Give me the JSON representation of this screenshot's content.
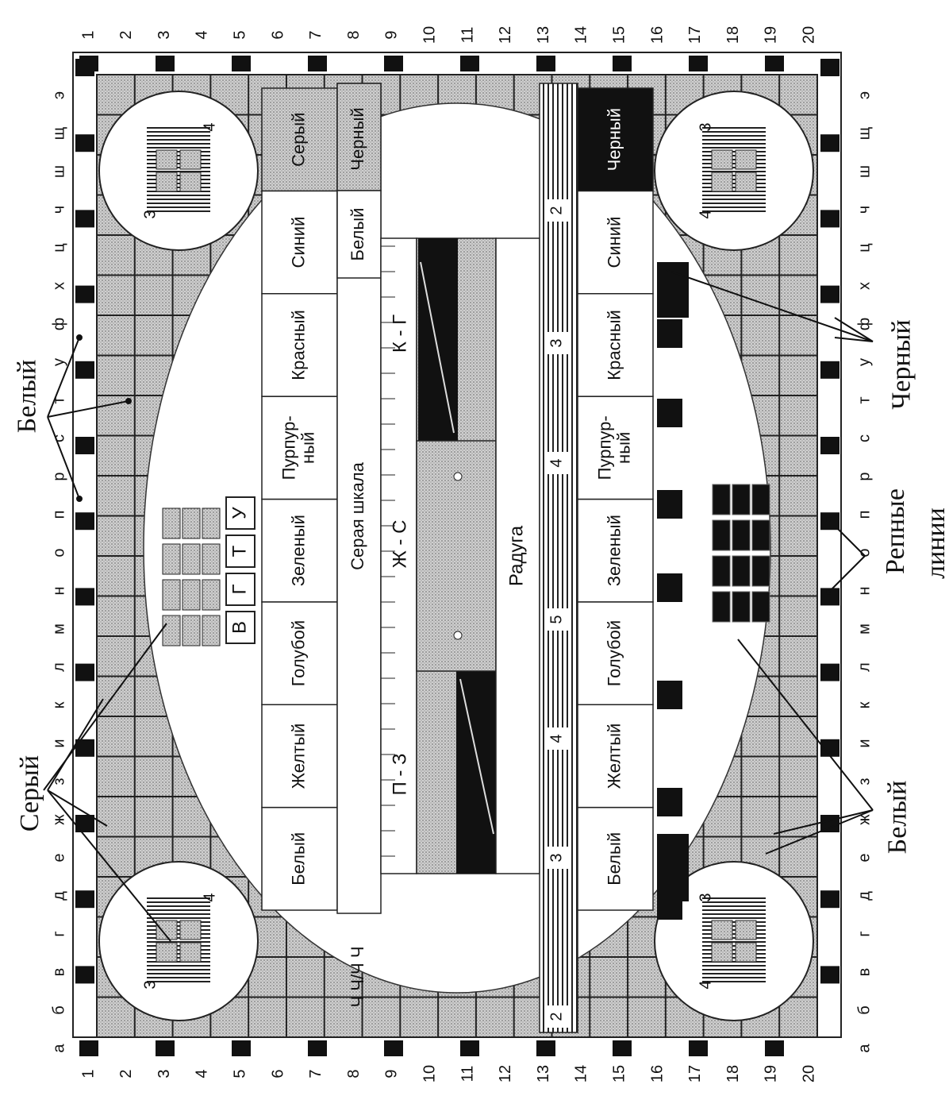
{
  "edge_numbers": [
    "1",
    "2",
    "3",
    "4",
    "5",
    "6",
    "7",
    "8",
    "9",
    "10",
    "11",
    "12",
    "13",
    "14",
    "15",
    "16",
    "17",
    "18",
    "19",
    "20"
  ],
  "edge_letters": [
    "а",
    "б",
    "в",
    "г",
    "д",
    "е",
    "ж",
    "з",
    "и",
    "к",
    "л",
    "м",
    "н",
    "о",
    "п",
    "р",
    "с",
    "т",
    "у",
    "ф",
    "х",
    "ц",
    "ч",
    "ш",
    "щ",
    "э"
  ],
  "colors_top": [
    "Белый",
    "Желтый",
    "Голубой",
    "Зеленый",
    "Пурпур-\nный",
    "Красный",
    "Синий",
    "Серый"
  ],
  "colors_bottom": [
    "Белый",
    "Желтый",
    "Голубой",
    "Зеленый",
    "Пурпур-\nный",
    "Красный",
    "Синий",
    "Черный"
  ],
  "row2": {
    "chch": "Ч Ч/Ч Ч",
    "gray_scale": "Серая шкала",
    "white": "Белый",
    "black": "Черный"
  },
  "row3": {
    "pz": "П - З",
    "zhs": "Ж - С",
    "kg": "К - Г"
  },
  "rainbow": "Радуга",
  "burst_numbers": [
    "2",
    "3",
    "4",
    "5",
    "4",
    "3",
    "2"
  ],
  "letters_vgtu": [
    "В",
    "Г",
    "Т",
    "У"
  ],
  "circle_labels": [
    "3",
    "4"
  ],
  "annotations": {
    "seryi": "Серый",
    "belyi_top": "Белый",
    "belyi_bottom": "Белый",
    "chernyi": "Черный",
    "repnye": "Репные",
    "linii": "линии"
  }
}
